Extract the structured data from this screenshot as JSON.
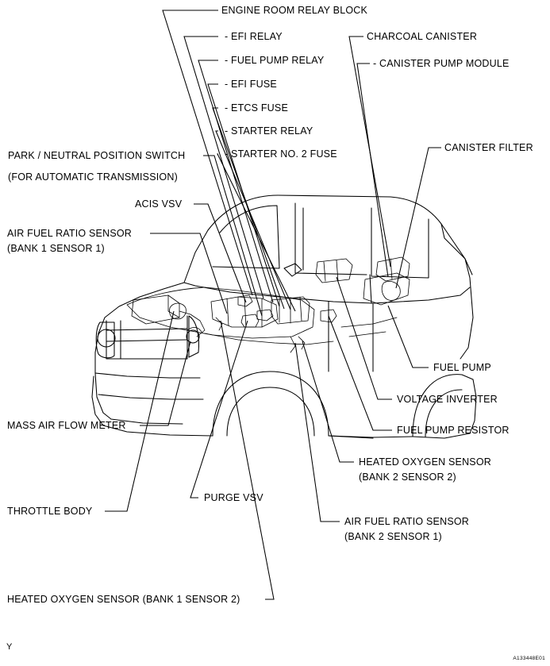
{
  "figure": {
    "code": "A133448E01",
    "corner_mark": "Y",
    "title_group": {
      "heading": "ENGINE ROOM RELAY BLOCK",
      "items": [
        "- EFI RELAY",
        "- FUEL PUMP RELAY",
        "- EFI FUSE",
        "- ETCS FUSE",
        "- STARTER RELAY",
        "- STARTER NO. 2 FUSE"
      ]
    },
    "labels": [
      {
        "id": "charcoal-canister",
        "text": "CHARCOAL CANISTER"
      },
      {
        "id": "canister-pump-module",
        "text": "- CANISTER PUMP MODULE"
      },
      {
        "id": "canister-filter",
        "text": "CANISTER FILTER"
      },
      {
        "id": "park-neutral-position-switch",
        "text": "PARK / NEUTRAL POSITION SWITCH"
      },
      {
        "id": "park-neutral-position-switch-note",
        "text": "(FOR AUTOMATIC TRANSMISSION)"
      },
      {
        "id": "acis-vsv",
        "text": "ACIS VSV"
      },
      {
        "id": "air-fuel-ratio-sensor-b1s1",
        "text": "AIR FUEL RATIO SENSOR"
      },
      {
        "id": "air-fuel-ratio-sensor-b1s1-note",
        "text": "(BANK 1 SENSOR 1)"
      },
      {
        "id": "fuel-pump",
        "text": "FUEL PUMP"
      },
      {
        "id": "voltage-inverter",
        "text": "VOLTAGE INVERTER"
      },
      {
        "id": "fuel-pump-resistor",
        "text": "FUEL PUMP RESISTOR"
      },
      {
        "id": "mass-air-flow-meter",
        "text": "MASS AIR FLOW METER"
      },
      {
        "id": "heated-oxygen-sensor-b2s2",
        "text": "HEATED OXYGEN SENSOR"
      },
      {
        "id": "heated-oxygen-sensor-b2s2-note",
        "text": "(BANK 2 SENSOR 2)"
      },
      {
        "id": "purge-vsv",
        "text": "PURGE VSV"
      },
      {
        "id": "throttle-body",
        "text": "THROTTLE BODY"
      },
      {
        "id": "air-fuel-ratio-sensor-b2s1",
        "text": "AIR FUEL RATIO SENSOR"
      },
      {
        "id": "air-fuel-ratio-sensor-b2s1-note",
        "text": "(BANK 2 SENSOR 1)"
      },
      {
        "id": "heated-oxygen-sensor-b1s2",
        "text": "HEATED OXYGEN SENSOR (BANK 1 SENSOR 2)"
      }
    ]
  }
}
